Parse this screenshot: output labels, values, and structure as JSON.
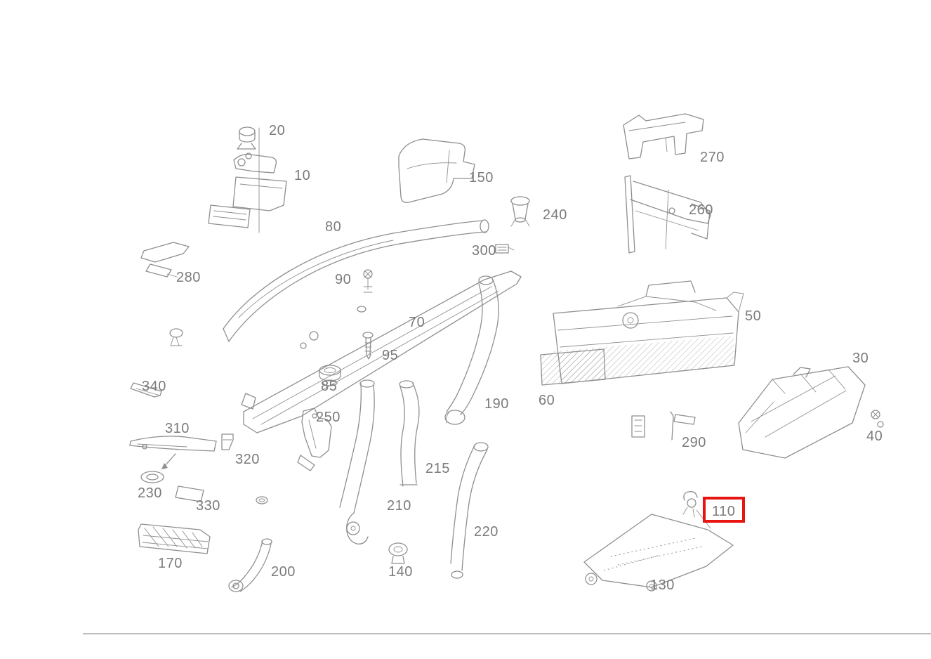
{
  "page": {
    "background": "#ffffff",
    "kind": "exploded-parts-diagram"
  },
  "colors": {
    "line-color": "#8f8f8f",
    "label-color": "#7b7b7b",
    "highlight-color": "#e8140f",
    "divider-color": "#bdbdbd"
  },
  "diagram": {
    "description": "Exploded line-art parts diagram with numbered callouts; callout 110 is highlighted with a red box",
    "highlighted_label": "110",
    "labels": [
      "20",
      "10",
      "150",
      "270",
      "80",
      "280",
      "240",
      "300",
      "260",
      "90",
      "70",
      "95",
      "50",
      "85",
      "30",
      "340",
      "250",
      "190",
      "60",
      "310",
      "320",
      "290",
      "40",
      "215",
      "230",
      "330",
      "210",
      "110",
      "220",
      "170",
      "200",
      "140",
      "130"
    ]
  }
}
